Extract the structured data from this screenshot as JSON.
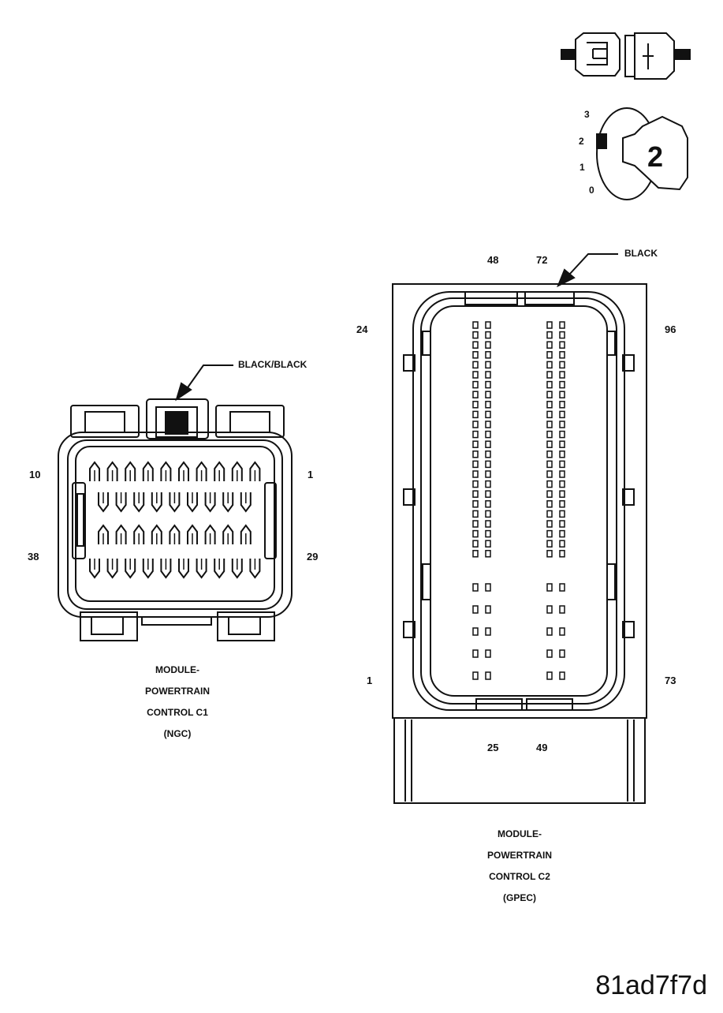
{
  "key_switch": {
    "positions": [
      "3",
      "2",
      "1",
      "0"
    ],
    "key_number": "2"
  },
  "connector_c1": {
    "wire_color": "BLACK/BLACK",
    "pin_labels": {
      "top_left": "10",
      "top_right": "1",
      "bottom_left": "38",
      "bottom_right": "29"
    },
    "caption": [
      "MODULE-",
      "POWERTRAIN",
      "CONTROL C1",
      "(NGC)"
    ]
  },
  "connector_c2": {
    "wire_color": "BLACK",
    "pin_labels": {
      "top_a": "48",
      "top_b": "72",
      "left_top": "24",
      "right_top": "96",
      "left_bottom": "1",
      "right_bottom": "73",
      "bottom_a": "25",
      "bottom_b": "49"
    },
    "caption": [
      "MODULE-",
      "POWERTRAIN",
      "CONTROL C2",
      "(GPEC)"
    ]
  },
  "figure_id": "81ad7f7d"
}
